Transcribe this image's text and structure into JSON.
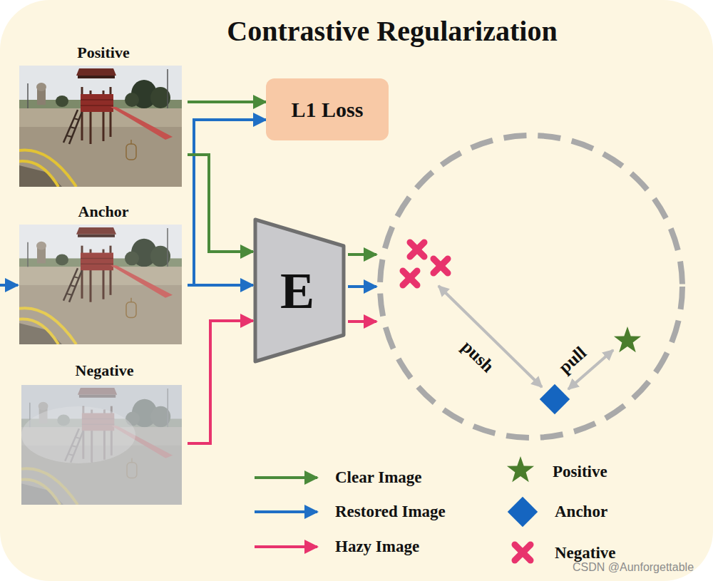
{
  "diagram": {
    "title": "Contrastive Regularization",
    "nodes": [
      {
        "text": [
          "Positive"
        ]
      },
      {
        "text": [
          "L1 Loss"
        ]
      },
      {
        "text": [
          "Anchor"
        ]
      },
      {
        "text": [
          "E"
        ]
      },
      {
        "text": [
          "Negative"
        ]
      }
    ],
    "edges": [
      {
        "from": 0,
        "to": 1,
        "arrow": "to"
      },
      {
        "from": 2,
        "to": 1,
        "arrow": "to"
      },
      {
        "from": 0,
        "to": 3,
        "arrow": "to"
      },
      {
        "from": 2,
        "to": 3,
        "arrow": "to"
      },
      {
        "from": 4,
        "to": 3,
        "arrow": "to"
      }
    ],
    "labels": [
      "push",
      "pull",
      "CSDN @Aunforgettable"
    ],
    "legend": [
      {
        "text": "Clear Image"
      },
      {
        "text": "Restored Image"
      },
      {
        "text": "Hazy Image"
      },
      {
        "text": "Positive"
      },
      {
        "text": "Anchor"
      },
      {
        "text": "Negative"
      }
    ]
  }
}
